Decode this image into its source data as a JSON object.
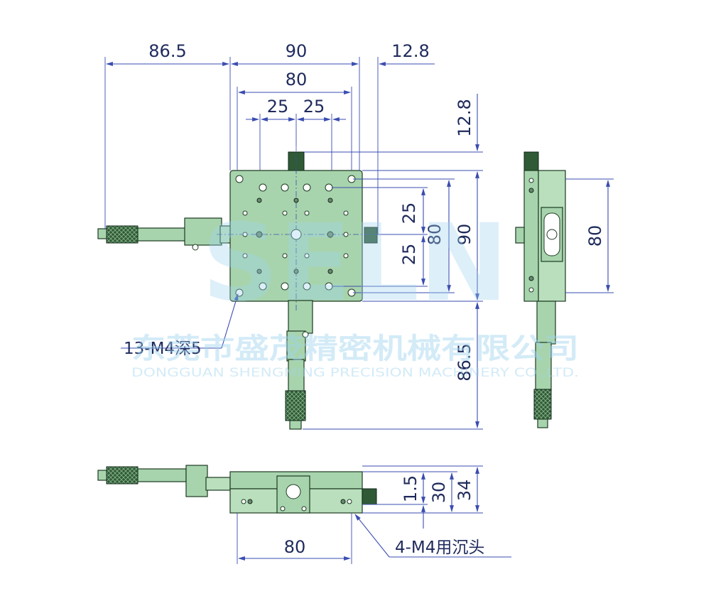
{
  "watermark": {
    "big": "SELN",
    "company_cn": "东莞市盛茂精密机械有限公司",
    "company_en": "DONGGUAN SHENGMING PRECISION MACHINERY CO.,LTD."
  },
  "dimensions": {
    "top_left_offset": "86.5",
    "top_width": "90",
    "top_right_offset": "12.8",
    "inner_width": "80",
    "pitch_left": "25",
    "pitch_right": "25",
    "right_top_offset": "12.8",
    "vertical_pitch_top": "25",
    "vertical_pitch_bottom": "25",
    "vertical_inner": "80",
    "vertical_outer": "90",
    "vertical_bottom_offset": "86.5",
    "side_view_height": "80",
    "front_base_width": "80",
    "front_h1": "1.5",
    "front_h2": "30",
    "front_h3": "34"
  },
  "notes": {
    "tapped_holes": "13-M4深5",
    "counterbore": "4-M4用沉头"
  }
}
